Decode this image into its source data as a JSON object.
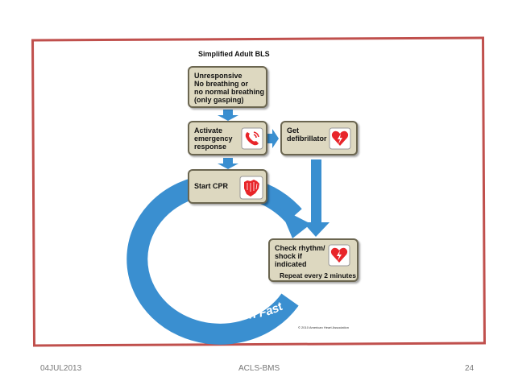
{
  "diagram": {
    "title": "Simplified Adult BLS",
    "steps": {
      "unresponsive": "Unresponsive\nNo breathing or\nno normal breathing\n(only gasping)",
      "activate": "Activate\nemergency\nresponse",
      "defib": "Get\ndefibrillator",
      "cpr": "Start CPR",
      "check": "Check rhythm/\nshock if\nindicated",
      "repeat": "Repeat every 2 minutes"
    },
    "cycle_label": "Push Hard • Push Fast",
    "copyright": "© 2010 American Heart Association",
    "colors": {
      "box_fill": "#ddd8c0",
      "arrow_blue": "#3a8fd0",
      "icon_red": "#e8252a",
      "frame_red": "#c0504d"
    },
    "icons": [
      "phone-icon",
      "heart-defibrillator-icon",
      "hands-cpr-icon"
    ]
  },
  "footer": {
    "date": "04JUL2013",
    "course": "ACLS-BMS",
    "page": "24"
  }
}
